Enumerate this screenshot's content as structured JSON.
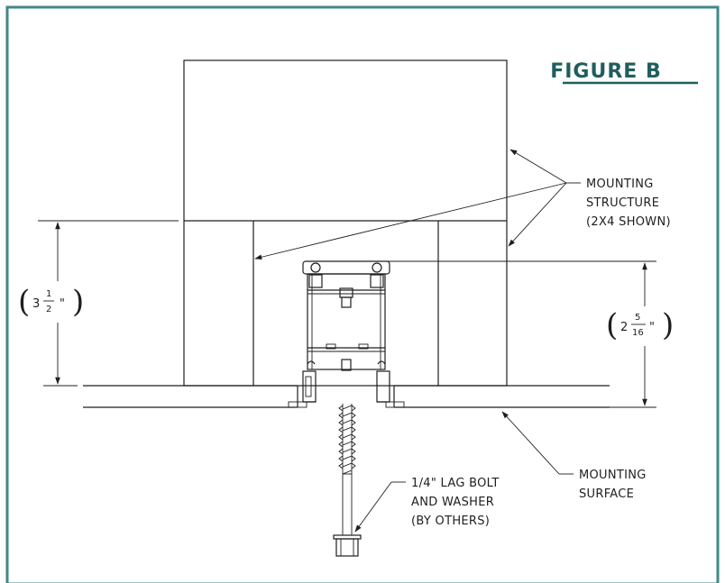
{
  "figure_title": "FIGURE B",
  "callouts": {
    "mounting_structure": [
      "MOUNTING",
      "STRUCTURE",
      "(2X4 SHOWN)"
    ],
    "mounting_surface": [
      "MOUNTING",
      "SURFACE"
    ],
    "lag_bolt": [
      "1/4\" LAG BOLT",
      "AND WASHER",
      "(BY OTHERS)"
    ]
  },
  "dimensions": {
    "left": {
      "whole": "3",
      "num": "1",
      "den": "2",
      "unit": "\""
    },
    "right": {
      "whole": "2",
      "num": "5",
      "den": "16",
      "unit": "\""
    }
  },
  "colors": {
    "frame": "#3f8a87",
    "title": "#1f5e5e",
    "line": "#1e1e1e"
  }
}
